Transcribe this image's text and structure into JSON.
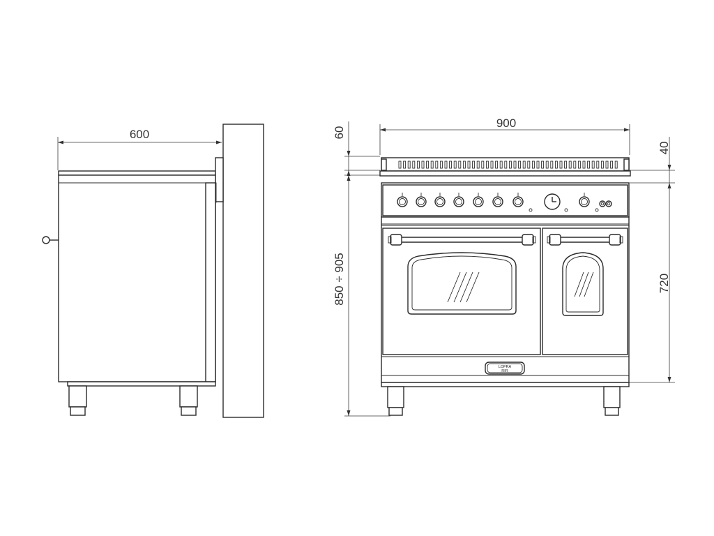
{
  "dimensions": {
    "depth": "600",
    "width": "900",
    "backguard": "60",
    "top_offset": "40",
    "height_range": "850 ÷ 905",
    "oven_height": "720"
  },
  "brand": {
    "logo_text": "LOFRA",
    "logo_subtext": "RIR"
  },
  "colors": {
    "line": "#2a2a2a",
    "background": "#ffffff"
  }
}
